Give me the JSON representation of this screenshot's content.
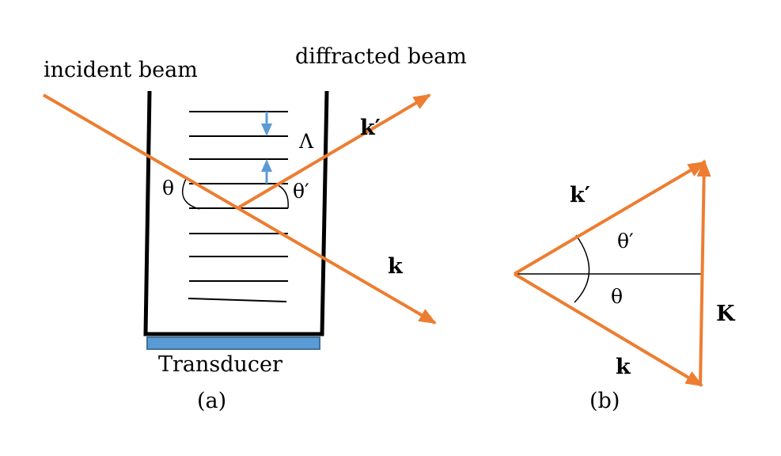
{
  "panel_a": {
    "incident_label": "incident beam",
    "diffracted_label": "diffracted beam",
    "k_prime": "k′",
    "k": "k",
    "lambda": "Λ",
    "theta": "θ",
    "theta_prime": "θ′",
    "transducer": "Transducer",
    "caption": "(a)"
  },
  "panel_b": {
    "k_prime": "k′",
    "k": "k",
    "K": "K",
    "theta": "θ",
    "theta_prime": "θ′",
    "caption": "(b)"
  },
  "colors": {
    "beam": "#ed7d31",
    "arrow": "#5b9bd5",
    "transducer": "#5b9bd5"
  }
}
